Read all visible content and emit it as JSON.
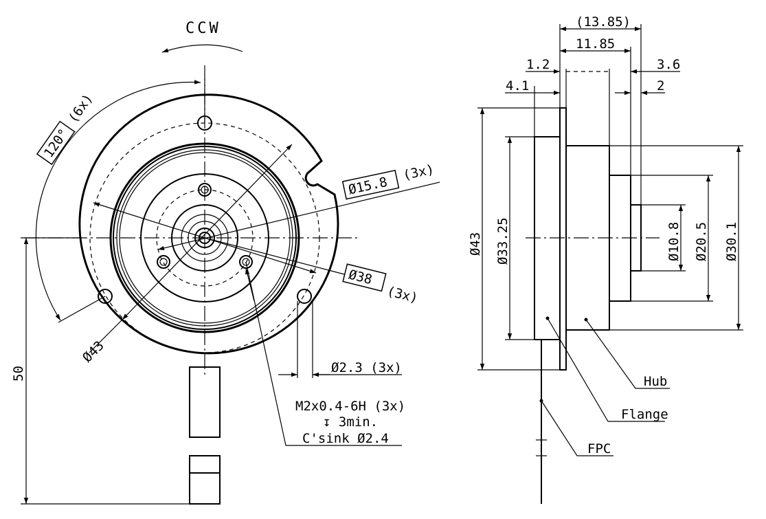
{
  "front_view": {
    "rotation_label": "CCW",
    "angle_label": "120°",
    "angle_count": "(6x)",
    "dia_15_8_label": "Ø15.8",
    "dia_15_8_count": "(3x)",
    "dia_38_label": "Ø38",
    "dia_38_count": "(3x)",
    "dia_43_label": "Ø43",
    "hole_label": "Ø2.3 (3x)",
    "thread_line1": "M2x0.4-6H (3x)",
    "thread_line2": "↧ 3min.",
    "thread_line3": "C'sink Ø2.4",
    "height_label": "50"
  },
  "side_view": {
    "dim_13_85": "(13.85)",
    "dim_11_85": "11.85",
    "dim_1_2": "1.2",
    "dim_3_6": "3.6",
    "dim_4_1": "4.1",
    "dim_2": "2",
    "dia_43": "Ø43",
    "dia_33_25": "Ø33.25",
    "dia_10_8": "Ø10.8",
    "dia_20_5": "Ø20.5",
    "dia_30_1": "Ø30.1",
    "callout_hub": "Hub",
    "callout_flange": "Flange",
    "callout_fpc": "FPC"
  }
}
